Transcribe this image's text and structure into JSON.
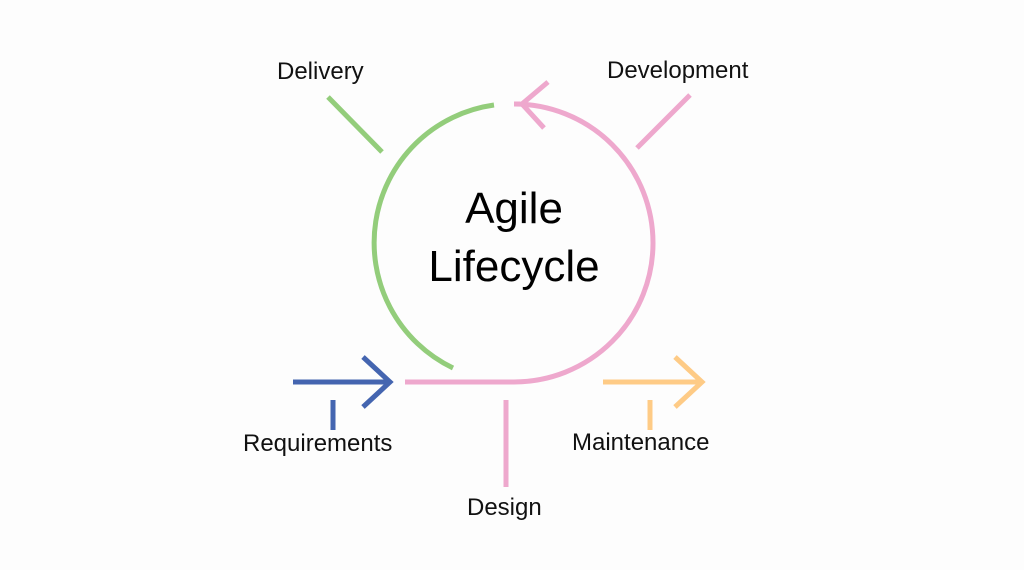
{
  "diagram": {
    "title_line1": "Agile",
    "title_line2": "Lifecycle",
    "stages": [
      {
        "label": "Requirements",
        "color": "#4465b0"
      },
      {
        "label": "Design",
        "color": "#eea8cd"
      },
      {
        "label": "Development",
        "color": "#eea8cd"
      },
      {
        "label": "Delivery",
        "color": "#93cd7b"
      },
      {
        "label": "Maintenance",
        "color": "#fecb86"
      }
    ]
  }
}
